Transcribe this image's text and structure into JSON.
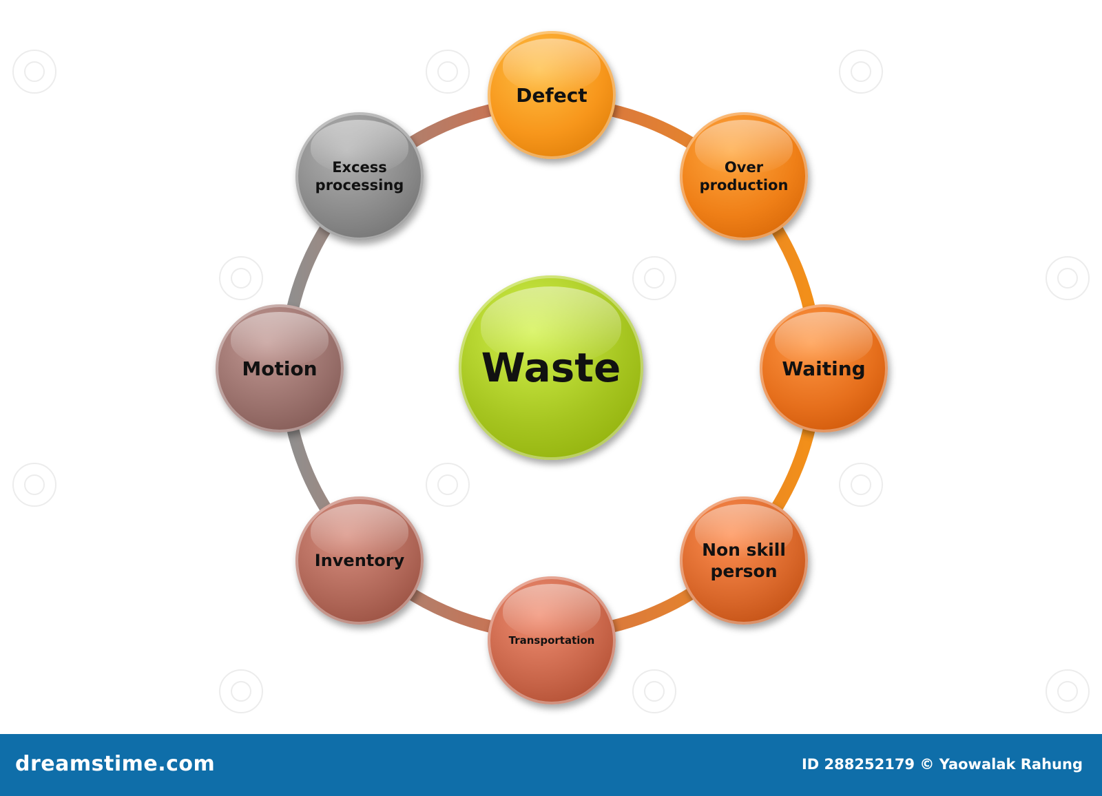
{
  "diagram": {
    "center": {
      "label": "Waste",
      "color": "#a6c520"
    },
    "ring_color_start": "#f39018",
    "ring_color_end": "#8f8f8f",
    "nodes": [
      {
        "id": "defect",
        "label": "Defect",
        "color": "#f7961b"
      },
      {
        "id": "over-production",
        "label": "Over\nproduction",
        "color": "#ef7f17"
      },
      {
        "id": "waiting",
        "label": "Waiting",
        "color": "#e66f1c"
      },
      {
        "id": "non-skill-person",
        "label": "Non skill\nperson",
        "color": "#d9672a"
      },
      {
        "id": "transportation",
        "label": "Transportation",
        "color": "#c9664a"
      },
      {
        "id": "inventory",
        "label": "Inventory",
        "color": "#b06758"
      },
      {
        "id": "motion",
        "label": "Motion",
        "color": "#9a716c"
      },
      {
        "id": "excess-processing",
        "label": "Excess\nprocessing",
        "color": "#8a8a8a"
      }
    ]
  },
  "footer": {
    "logo": "dreamstime.com",
    "credit": "ID 288252179 © Yaowalak Rahung"
  }
}
